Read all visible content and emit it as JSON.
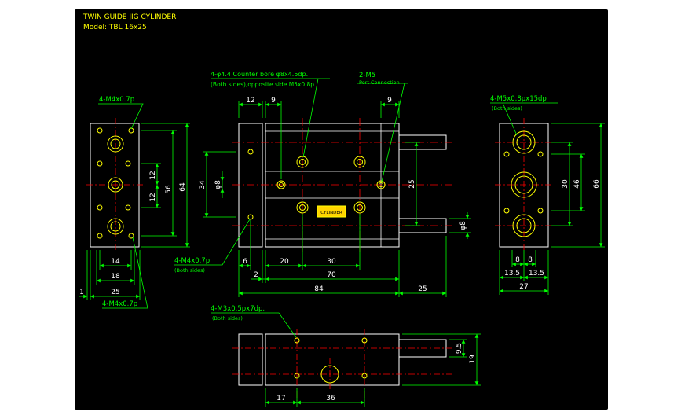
{
  "colors": {
    "background": "#000000",
    "outline": "#ffffff",
    "dimension": "#00ff00",
    "centerline": "#ff0000",
    "text_yellow": "#ffff00",
    "hole": "#ffff00"
  },
  "title": {
    "line1": "TWIN GUIDE JIG CYLINDER",
    "line2": "Model: TBL 16x25"
  },
  "front_view": {
    "note_bore_1": "4-φ4.4 Counter bore φ8x4.5dp.",
    "note_bore_2": "(Both sides),opposite side M5x0.8p",
    "note_port_1": "2-M5",
    "note_port_2": "Port Connection",
    "note_tap_1": "4-M4x0.7p",
    "note_tap_2": "(Both sides)",
    "dims": {
      "d12": "12",
      "d9a": "9",
      "d9b": "9",
      "d34": "34",
      "phi8a": "φ8",
      "d25v": "25",
      "phi8b": "φ8",
      "d6": "6",
      "d20": "20",
      "d30": "30",
      "d2": "2",
      "d70": "70",
      "d84": "84",
      "d25h": "25"
    },
    "label_plate": "CYLINDER"
  },
  "left_view": {
    "note_top": "4-M4x0.7p",
    "note_bottom": "4-M4x0.7p",
    "dims": {
      "d56": "56",
      "d64": "64",
      "d12a": "12",
      "d12b": "12",
      "d14": "14",
      "d18": "18",
      "d1": "1",
      "d25": "25"
    }
  },
  "right_view": {
    "note_1": "4-M5x0.8px15dp",
    "note_2": "(Both sides)",
    "dims": {
      "d30": "30",
      "d46": "46",
      "d66": "66",
      "d8a": "8",
      "d8b": "8",
      "d135a": "13.5",
      "d135b": "13.5",
      "d27": "27"
    }
  },
  "bottom_view": {
    "note_1": "4-M3x0.5px7dp.",
    "note_2": "(Both sides)",
    "dims": {
      "d95": "9.5",
      "d19": "19",
      "d17": "17",
      "d36": "36"
    }
  }
}
